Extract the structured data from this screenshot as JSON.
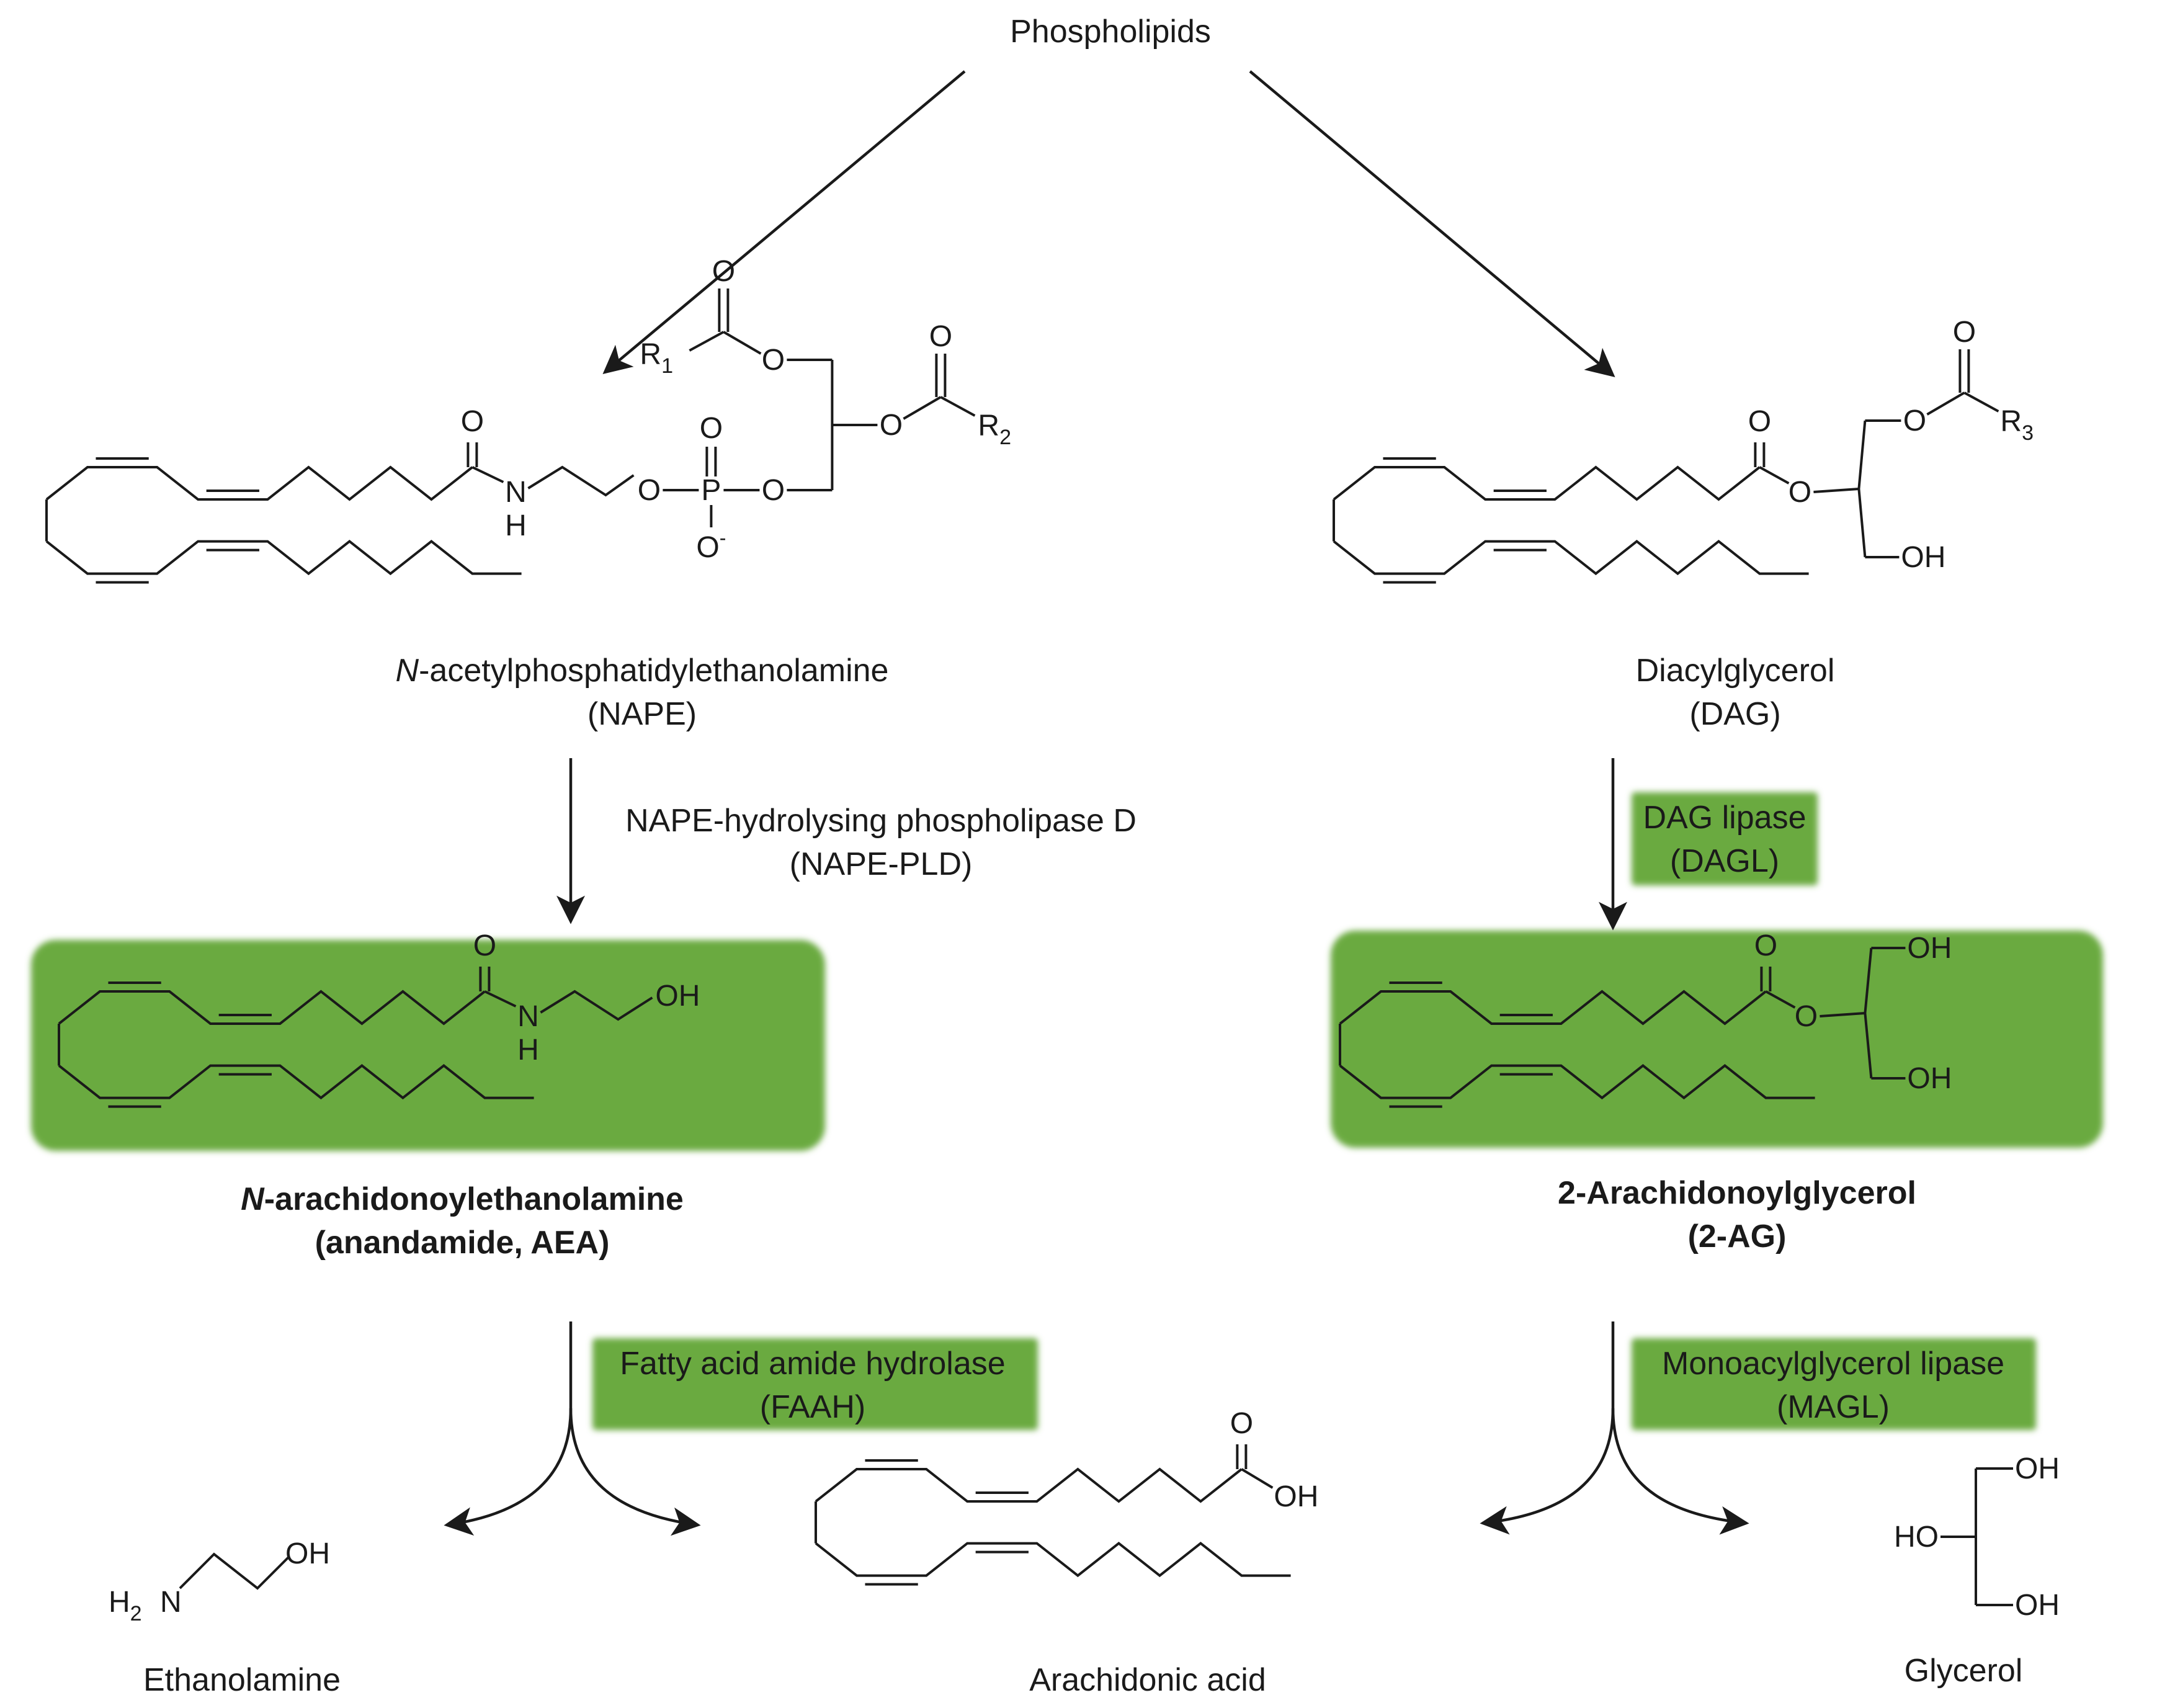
{
  "colors": {
    "highlight": "#6aaa3f",
    "ink": "#1a1a1a",
    "background": "#ffffff"
  },
  "source": {
    "label": "Phospholipids"
  },
  "napc": {
    "name_italic": "N",
    "name_rest": "-acetylphosphatidylethanolamine",
    "abbr": "(NAPE)"
  },
  "dag": {
    "name": "Diacylglycerol",
    "abbr": "(DAG)"
  },
  "enzyme_pld": {
    "name": "NAPE-hydrolysing phospholipase D",
    "abbr": "(NAPE-PLD)"
  },
  "enzyme_dagl": {
    "name": "DAG lipase",
    "abbr": "(DAGL)"
  },
  "aea": {
    "name_italic": "N",
    "name_rest": "-arachidonoylethanolamine",
    "abbr": "(anandamide, AEA)"
  },
  "ag2": {
    "name": "2-Arachidonoylglycerol",
    "abbr": "(2-AG)"
  },
  "enzyme_faah": {
    "name": "Fatty acid amide hydrolase",
    "abbr": "(FAAH)"
  },
  "enzyme_magl": {
    "name": "Monoacylglycerol lipase",
    "abbr": "(MAGL)"
  },
  "products": {
    "ethanolamine": "Ethanolamine",
    "arachidonic_acid": "Arachidonic acid",
    "glycerol": "Glycerol"
  },
  "atoms": {
    "O": "O",
    "P": "P",
    "N": "N",
    "H": "H",
    "OH": "OH",
    "HO": "HO",
    "O_minus_sup": "-",
    "R": "R",
    "sub1": "1",
    "sub2": "2",
    "sub3": "3",
    "sub2_h2n": "2"
  }
}
